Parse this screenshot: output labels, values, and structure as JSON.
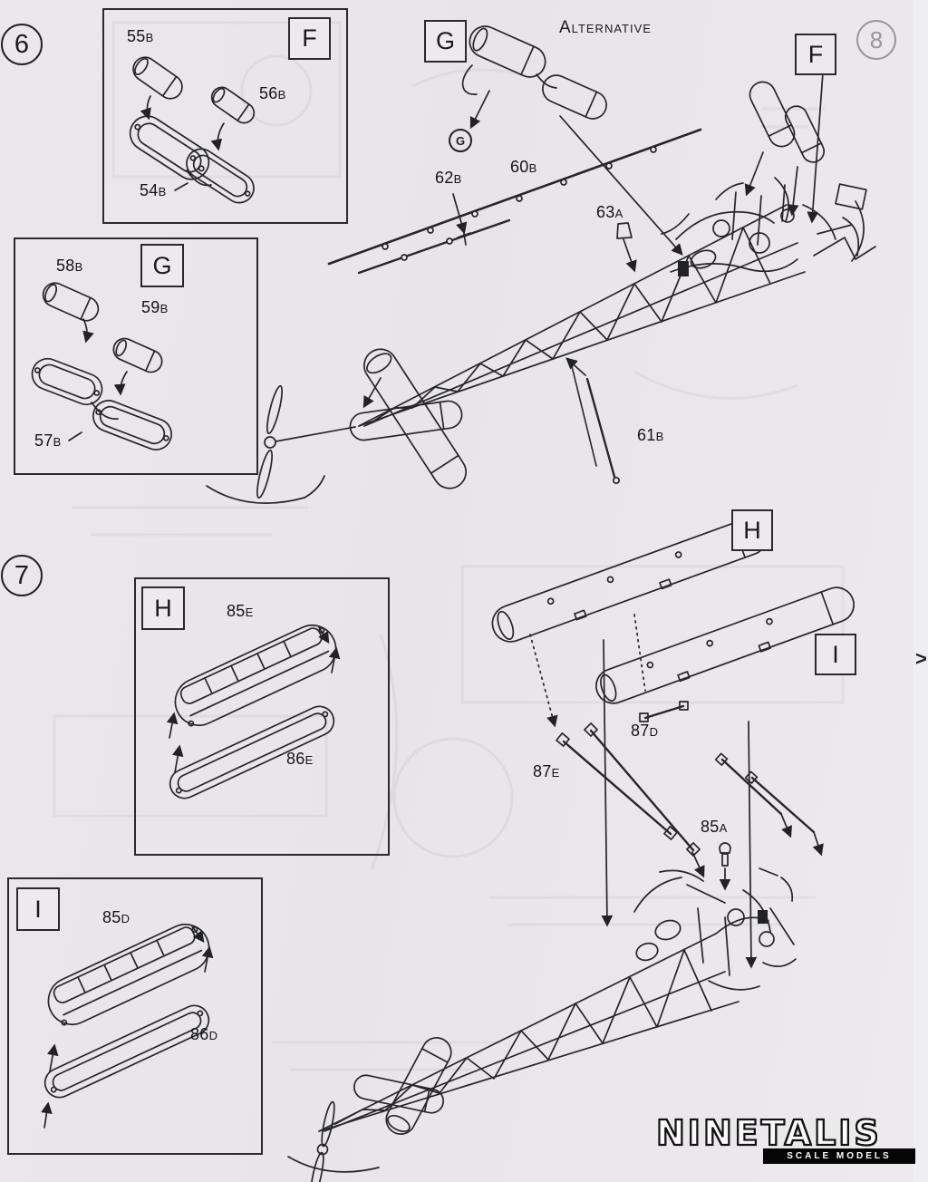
{
  "page": {
    "step6": "6",
    "step7": "7",
    "corner_page": "8",
    "next_marker": ">"
  },
  "step6": {
    "inset_f": {
      "letter": "F",
      "p55": {
        "n": "55",
        "s": "B"
      },
      "p56": {
        "n": "56",
        "s": "B"
      },
      "p54": {
        "n": "54",
        "s": "B"
      }
    },
    "inset_g": {
      "letter": "G",
      "p58": {
        "n": "58",
        "s": "B"
      },
      "p59": {
        "n": "59",
        "s": "B"
      },
      "p57": {
        "n": "57",
        "s": "B"
      }
    },
    "main": {
      "alternative": "Alternative",
      "g_letter": "G",
      "g_circled": "G",
      "f_letter": "F",
      "p60": {
        "n": "60",
        "s": "B"
      },
      "p62": {
        "n": "62",
        "s": "B"
      },
      "p63": {
        "n": "63",
        "s": "A"
      },
      "p61": {
        "n": "61",
        "s": "B"
      }
    }
  },
  "step7": {
    "inset_h": {
      "letter": "H",
      "p85e": {
        "n": "85",
        "s": "E"
      },
      "p86e": {
        "n": "86",
        "s": "E"
      }
    },
    "inset_i": {
      "letter": "I",
      "p85d": {
        "n": "85",
        "s": "D"
      },
      "p86d": {
        "n": "86",
        "s": "D"
      }
    },
    "main": {
      "h_letter": "H",
      "i_letter": "I",
      "p87d": {
        "n": "87",
        "s": "D"
      },
      "p87e": {
        "n": "87",
        "s": "E"
      },
      "p85a": {
        "n": "85",
        "s": "A"
      }
    }
  },
  "watermark": {
    "brand": "NINETALIS",
    "subtitle": "SCALE MODELS"
  }
}
